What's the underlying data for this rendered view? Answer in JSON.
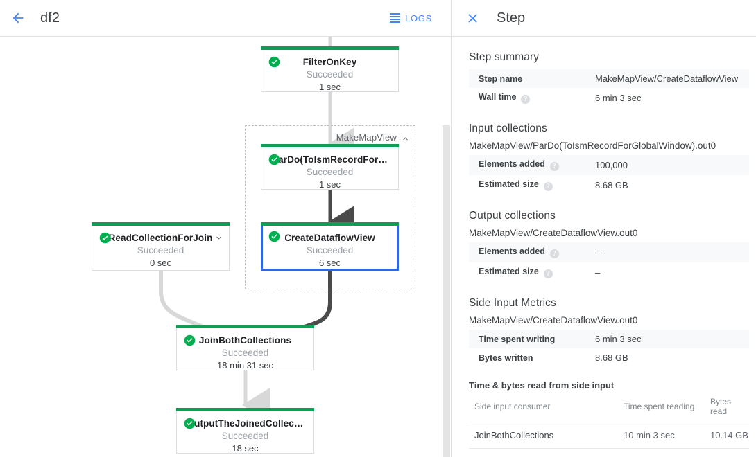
{
  "left": {
    "back_icon": "arrow-left-icon",
    "job_title": "df2",
    "logs_label": "LOGS",
    "logs_icon": "list-lines-icon"
  },
  "graph": {
    "group": {
      "label": "MakeMapView",
      "chevron_icon": "chevron-up-icon"
    },
    "nodes": [
      {
        "id": "filter-on-key",
        "title": "FilterOnKey",
        "status": "Succeeded",
        "time": "1 sec",
        "status_icon": "check-circle-icon",
        "selected": false
      },
      {
        "id": "pardo-toismrecordfor",
        "title": "ParDo(ToIsmRecordFor…",
        "status": "Succeeded",
        "time": "1 sec",
        "status_icon": "check-circle-icon",
        "selected": false
      },
      {
        "id": "create-dataflow-view",
        "title": "CreateDataflowView",
        "status": "Succeeded",
        "time": "6 sec",
        "status_icon": "check-circle-icon",
        "selected": true
      },
      {
        "id": "read-collection-for-join",
        "title": "ReadCollectionForJoin",
        "status": "Succeeded",
        "time": "0 sec",
        "status_icon": "check-circle-icon",
        "selected": false,
        "collapse_icon": "chevron-down-icon"
      },
      {
        "id": "join-both-collections",
        "title": "JoinBothCollections",
        "status": "Succeeded",
        "time": "18 min 31 sec",
        "status_icon": "check-circle-icon",
        "selected": false
      },
      {
        "id": "output-the-joined-collec",
        "title": "OutputTheJoinedCollec…",
        "status": "Succeeded",
        "time": "18 sec",
        "status_icon": "check-circle-icon",
        "selected": false
      }
    ]
  },
  "panel": {
    "close_icon": "close-icon",
    "title": "Step",
    "step_summary": {
      "heading": "Step summary",
      "rows": [
        {
          "key": "Step name",
          "value": "MakeMapView/CreateDataflowView",
          "help": false
        },
        {
          "key": "Wall time",
          "value": "6 min 3 sec",
          "help": true
        }
      ]
    },
    "input_collections": {
      "heading": "Input collections",
      "collection": "MakeMapView/ParDo(ToIsmRecordForGlobalWindow).out0",
      "rows": [
        {
          "key": "Elements added",
          "value": "100,000",
          "help": true
        },
        {
          "key": "Estimated size",
          "value": "8.68 GB",
          "help": true
        }
      ]
    },
    "output_collections": {
      "heading": "Output collections",
      "collection": "MakeMapView/CreateDataflowView.out0",
      "rows": [
        {
          "key": "Elements added",
          "value": "–",
          "help": true
        },
        {
          "key": "Estimated size",
          "value": "–",
          "help": true
        }
      ]
    },
    "side_input_metrics": {
      "heading": "Side Input Metrics",
      "collection": "MakeMapView/CreateDataflowView.out0",
      "rows": [
        {
          "key": "Time spent writing",
          "value": "6 min 3 sec",
          "help": false
        },
        {
          "key": "Bytes written",
          "value": "8.68 GB",
          "help": false
        }
      ],
      "table_title": "Time & bytes read from side input",
      "columns": [
        "Side input consumer",
        "Time spent reading",
        "Bytes read"
      ],
      "rows_data": [
        [
          "JoinBothCollections",
          "10 min 3 sec",
          "10.14 GB"
        ]
      ]
    }
  },
  "colors": {
    "accent_blue": "#4285f4",
    "selected_blue": "#3367d6",
    "success_green": "#0f9d58",
    "check_green": "#00b050",
    "edge_light": "#d8d8d8",
    "edge_dark": "#4a4a4a"
  }
}
